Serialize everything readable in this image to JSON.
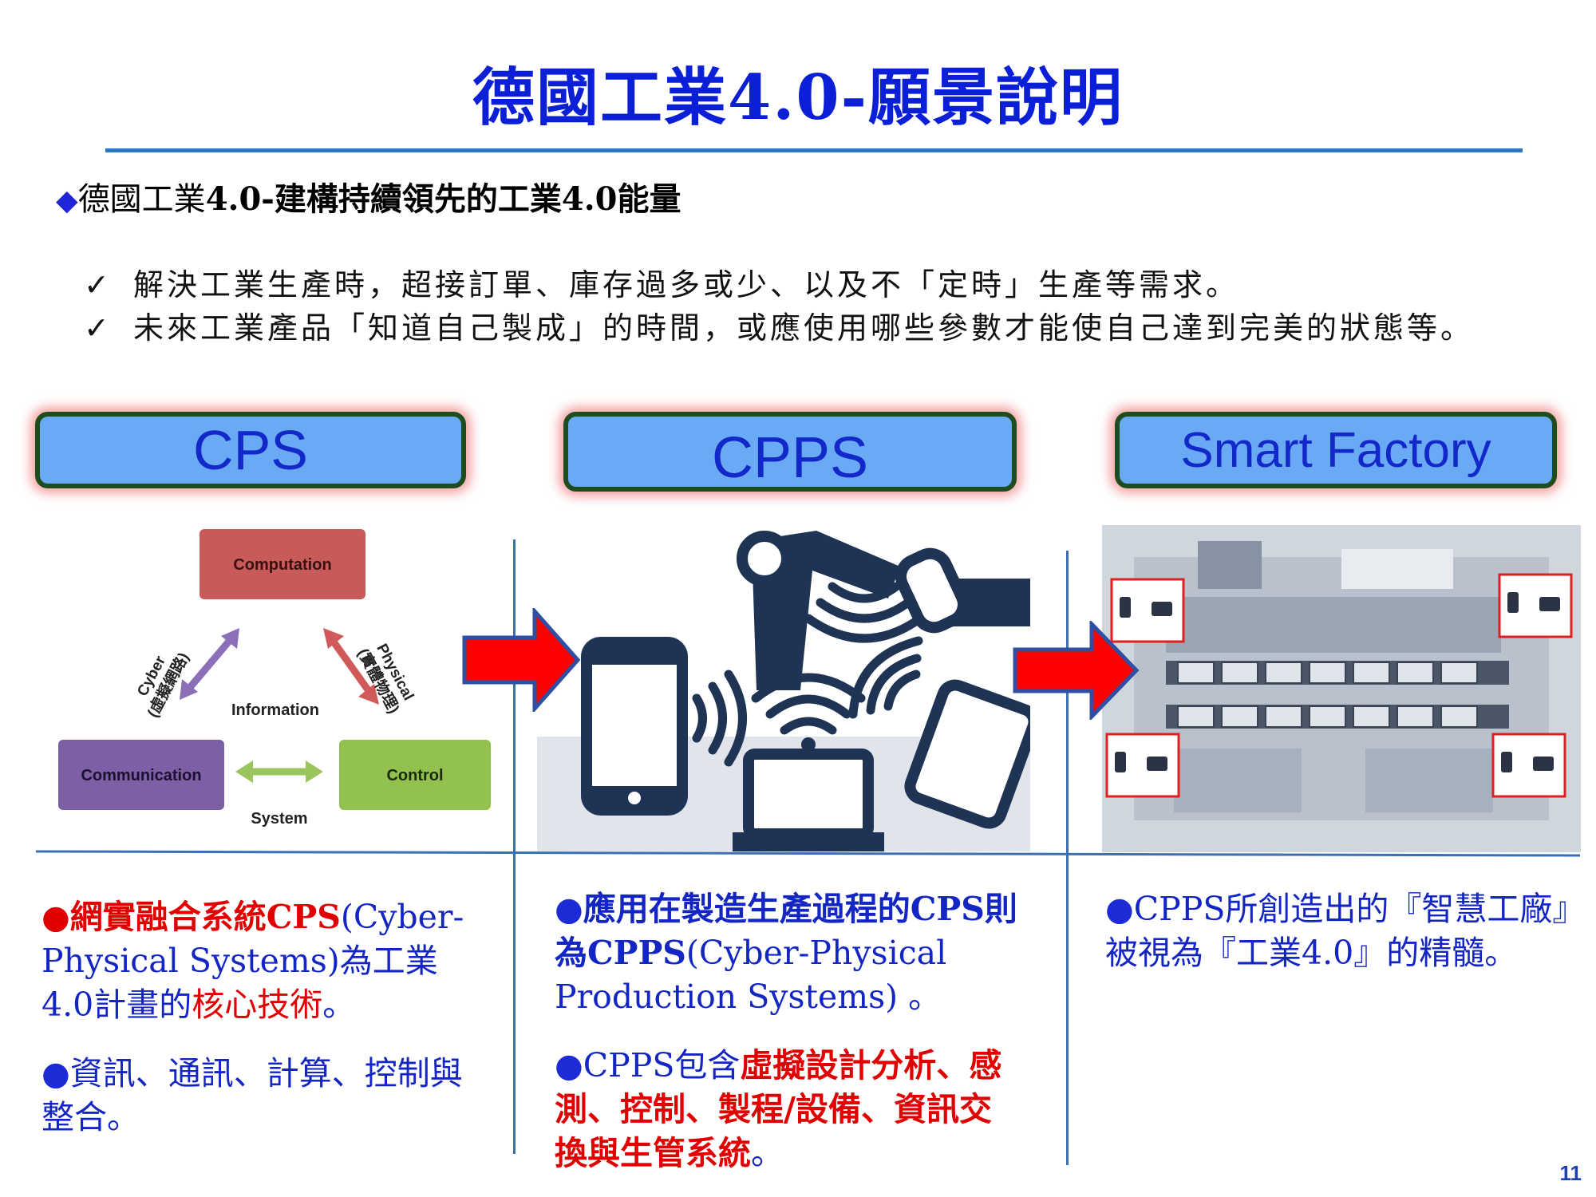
{
  "title": "德國工業4.0-願景說明",
  "headline": {
    "bullet": "◆",
    "text_a": "德國工業",
    "text_b": "4.0-建構持續領先的工業4.0能量"
  },
  "checks": [
    {
      "mark": "✓",
      "text": "解決工業生產時，超接訂單、庫存過多或少、以及不「定時」生產等需求。"
    },
    {
      "mark": "✓",
      "text": "未來工業產品「知道自己製成」的時間，或應使用哪些參數才能使自己達到完美的狀態等。"
    }
  ],
  "stages": [
    {
      "label": "CPS"
    },
    {
      "label": "CPPS"
    },
    {
      "label": "Smart Factory"
    }
  ],
  "cps_diagram": {
    "computation": "Computation",
    "communication": "Communication",
    "control": "Control",
    "information": "Information",
    "system": "System",
    "cyber": "Cyber",
    "cyber_cn": "(虛擬網路)",
    "physical": "Physical",
    "physical_cn": "(實體物理)"
  },
  "col1": {
    "p1_bullet": "●",
    "p1_red": "網實融合系統CPS",
    "p1_mid": "(Cyber-Physical Systems)為工業4.0計畫的",
    "p1_red2": "核心技術",
    "p1_end": "。",
    "p2_bullet": "●",
    "p2_text": "資訊、通訊、計算、控制與整合。"
  },
  "col2": {
    "p1_bullet": "●",
    "p1_bold": "應用在製造生產過程的CPS則為CPPS",
    "p1_text": "(Cyber-Physical Production Systems) 。",
    "p2_bullet": "●",
    "p2_text": "CPPS包含",
    "p2_red": "虛擬設計分析、感測、控制、製程/設備、資訊交換與生管系統",
    "p2_end": "。"
  },
  "col3": {
    "p1_bullet": "●",
    "p1_text": "CPPS所創造出的『智慧工廠』被視為『工業4.0』的精髓。"
  },
  "page_number": "11",
  "colors": {
    "title": "#0a1fd6",
    "pill_fill": "#6aaaf5",
    "pill_border": "#1d4c1f",
    "arrow": "#ff0000",
    "arrow_outline": "#2e4fa3",
    "computation": "#c85a5a",
    "communication": "#7d5fa6",
    "control": "#92c14f",
    "cpps_icons": "#1f3354"
  }
}
